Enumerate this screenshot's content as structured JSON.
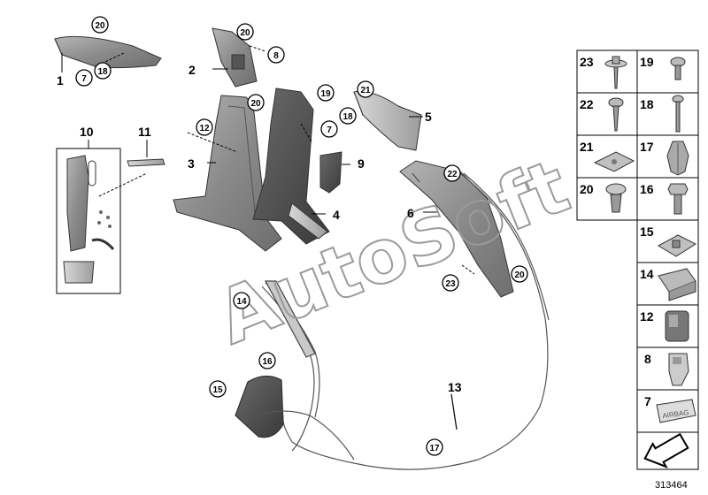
{
  "watermark": "AutoSoft",
  "document_number": "313464",
  "callouts_plain": {
    "c1": "1",
    "c2": "2",
    "c3": "3",
    "c4": "4",
    "c5": "5",
    "c6": "6",
    "c9": "9",
    "c10": "10",
    "c11": "11",
    "c13": "13"
  },
  "callouts_circled": {
    "top_20": "20",
    "top_18": "18",
    "top_7": "7",
    "b_20a": "20",
    "b_8": "8",
    "p3_12": "12",
    "p3_20": "20",
    "p4_19": "19",
    "p4_7": "7",
    "p4_18": "18",
    "p4_21": "21",
    "p6_22": "22",
    "p6_23": "23",
    "p6_20": "20",
    "c_14": "14",
    "c_16": "16",
    "c_15": "15",
    "c_17": "17"
  },
  "parts_table": {
    "cells": [
      {
        "num": "23",
        "icon": "screw-washer-icon"
      },
      {
        "num": "19",
        "icon": "short-screw-icon"
      },
      {
        "num": "22",
        "icon": "tapping-screw-icon"
      },
      {
        "num": "18",
        "icon": "long-screw-icon"
      },
      {
        "num": "21",
        "icon": "spring-nut-icon"
      },
      {
        "num": "17",
        "icon": "expanding-rivet-icon"
      },
      {
        "num": "20",
        "icon": "clip-icon"
      },
      {
        "num": "16",
        "icon": "hex-bolt-icon"
      },
      {
        "num": "15",
        "icon": "clip-nut-icon"
      },
      {
        "num": "14",
        "icon": "bracket-clip-icon"
      },
      {
        "num": "12",
        "icon": "cable-clip-icon"
      },
      {
        "num": "8",
        "icon": "retainer-clip-icon"
      },
      {
        "num": "7",
        "icon": "airbag-badge-icon"
      },
      {
        "num": "",
        "icon": "arrow-icon"
      }
    ]
  },
  "airbag_text": "AIRBAG"
}
